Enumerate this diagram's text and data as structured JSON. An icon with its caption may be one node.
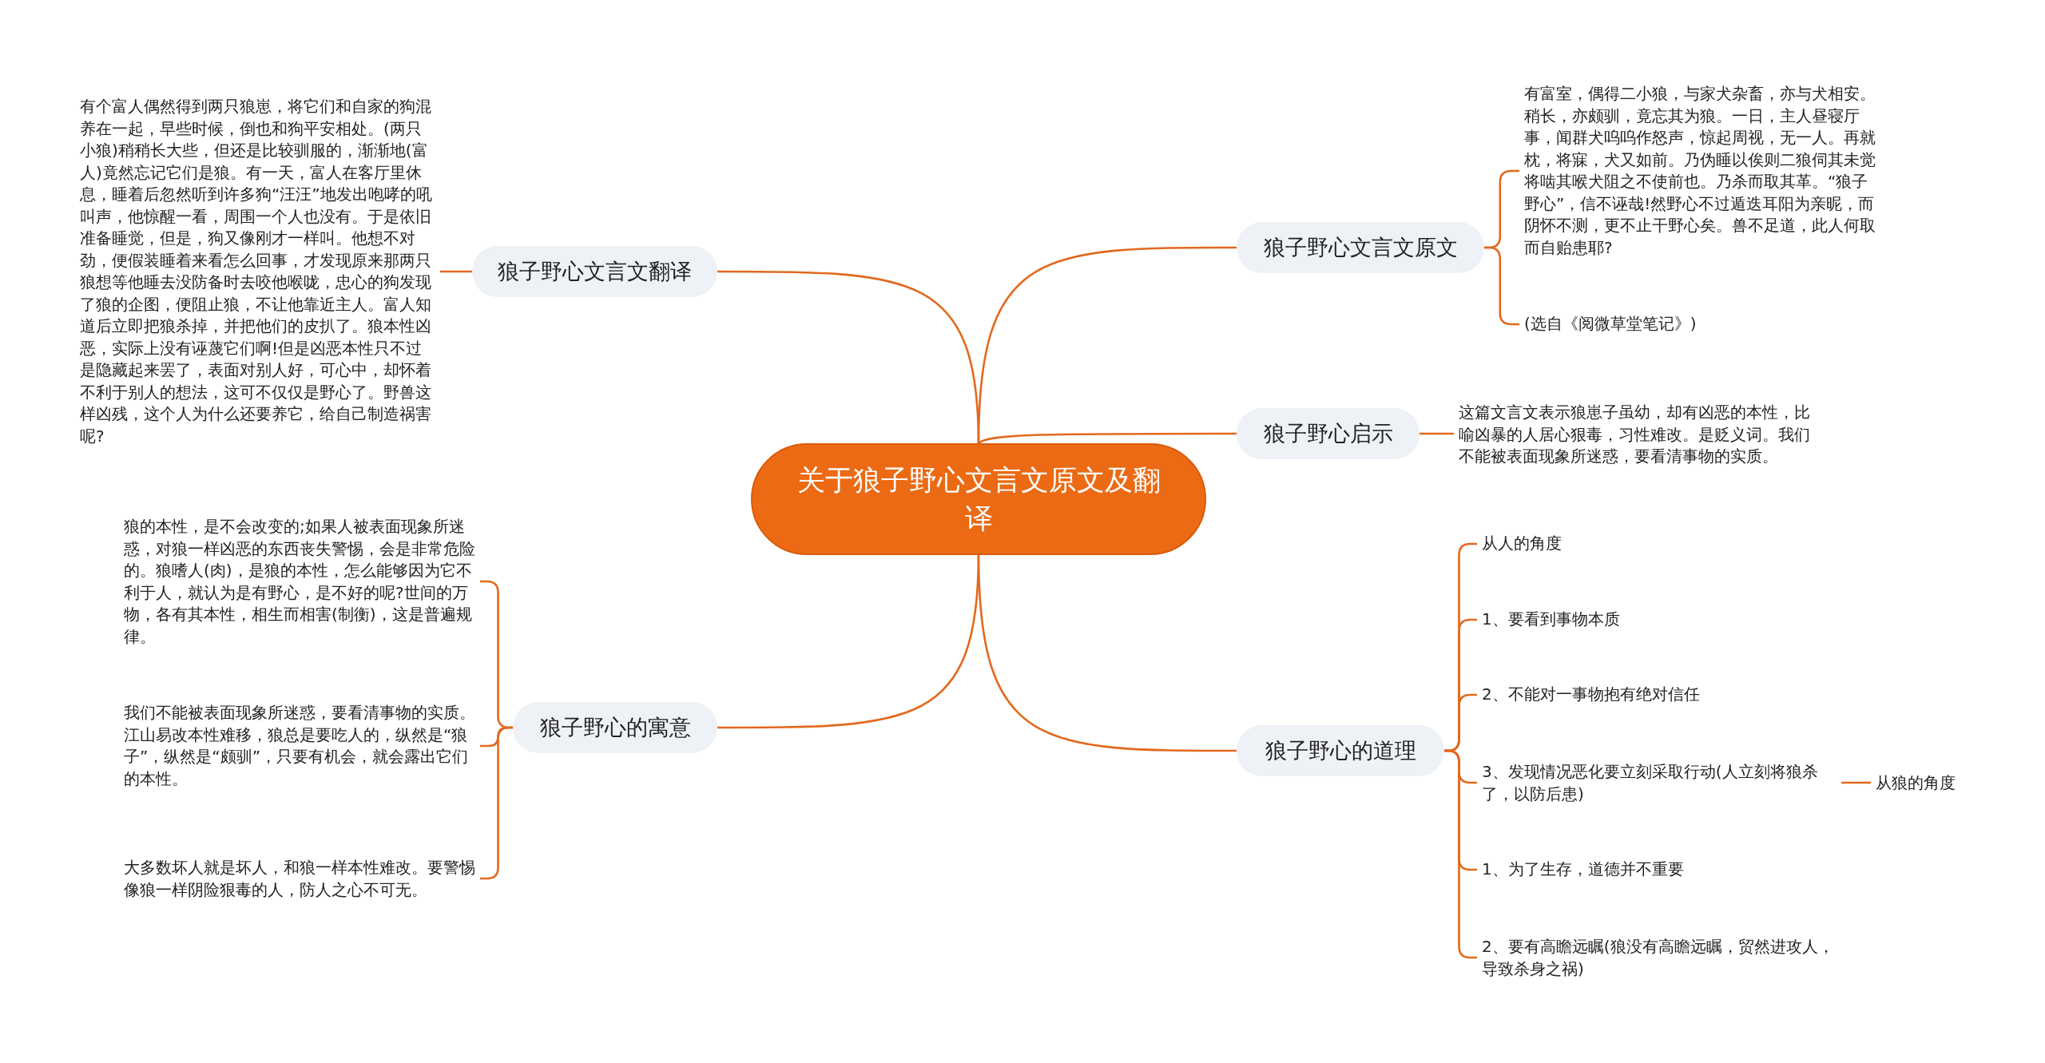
{
  "diagram": {
    "nodes": [
      {
        "text": [
          "关于狼子野心文言文原文及翻译"
        ]
      },
      {
        "text": [
          "狼子野心文言文翻译"
        ]
      },
      {
        "text": [
          "有个富人偶然得到两只狼崽，将它们和自家的狗混养在一起，早些时候，倒也和狗平安相处。(两只小狼)稍稍长大些，但还是比较驯服的，渐渐地(富人)竟然忘记它们是狼。有一天，富人在客厅里休息，睡着后忽然听到许多狗“汪汪”地发出咆哮的吼叫声，他惊醒一看，周围一个人也没有。于是依旧准备睡觉，但是，狗又像刚才一样叫。他想不对劲，便假装睡着来看怎么回事，才发现原来那两只狼想等他睡去没防备时去咬他喉咙，忠心的狗发现了狼的企图，便阻止狼，不让他靠近主人。富人知道后立即把狼杀掉，并把他们的皮扒了。狼本性凶恶，实际上没有诬蔑它们啊!但是凶恶本性只不过是隐藏起来罢了，表面对别人好，可心中，却怀着不利于别人的想法，这可不仅仅是野心了。野兽这样凶残，这个人为什么还要养它，给自己制造祸害呢?"
        ]
      },
      {
        "text": [
          "狼子野心的寓意"
        ]
      },
      {
        "text": [
          "狼的本性，是不会改变的;如果人被表面现象所迷惑，对狼一样凶恶的东西丧失警惕，会是非常危险的。狼嗜人(肉)，是狼的本性，怎么能够因为它不利于人，就认为是有野心，是不好的呢?世间的万物，各有其本性，相生而相害(制衡)，这是普遍规律。"
        ]
      },
      {
        "text": [
          "我们不能被表面现象所迷惑，要看清事物的实质。江山易改本性难移，狼总是要吃人的，纵然是“狼子”，纵然是“颇驯”，只要有机会，就会露出它们的本性。"
        ]
      },
      {
        "text": [
          "大多数坏人就是坏人，和狼一样本性难改。要警惕像狼一样阴险狠毒的人，防人之心不可无。"
        ]
      },
      {
        "text": [
          "狼子野心文言文原文"
        ]
      },
      {
        "text": [
          "有富室，偶得二小狼，与家犬杂畜，亦与犬相安。稍长，亦颇驯，竟忘其为狼。一日，主人昼寝厅事，闻群犬呜呜作怒声，惊起周视，无一人。再就枕，将寐，犬又如前。乃伪睡以俟则二狼伺其未觉将啮其喉犬阻之不使前也。乃杀而取其革。“狼子野心”，信不诬哉!然野心不过遁迭耳阳为亲昵，而阴怀不测，更不止干野心矣。兽不足道，此人何取而自贻患耶?"
        ]
      },
      {
        "text": [
          "(选自《阅微草堂笔记》)"
        ]
      },
      {
        "text": [
          "狼子野心启示"
        ]
      },
      {
        "text": [
          "这篇文言文表示狼崽子虽幼，却有凶恶的本性，比喻凶暴的人居心狠毒，习性难改。是贬义词。我们不能被表面现象所迷惑，要看清事物的实质。"
        ]
      },
      {
        "text": [
          "狼子野心的道理"
        ]
      },
      {
        "text": [
          "从人的角度"
        ]
      },
      {
        "text": [
          "1、要看到事物本质"
        ]
      },
      {
        "text": [
          "2、不能对一事物抱有绝对信任"
        ]
      },
      {
        "text": [
          "3、发现情况恶化要立刻采取行动(人立刻将狼杀了，以防后患)"
        ]
      },
      {
        "text": [
          "1、为了生存，道德并不重要"
        ]
      },
      {
        "text": [
          "2、要有高瞻远瞩(狼没有高瞻远瞩，贸然进攻人，导致杀身之祸)"
        ]
      },
      {
        "text": [
          "从狼的角度"
        ]
      }
    ],
    "edges": [
      {
        "from": 0,
        "to": 1,
        "arrow": "none"
      },
      {
        "from": 1,
        "to": 2,
        "arrow": "none"
      },
      {
        "from": 0,
        "to": 3,
        "arrow": "none"
      },
      {
        "from": 3,
        "to": 4,
        "arrow": "none"
      },
      {
        "from": 3,
        "to": 5,
        "arrow": "none"
      },
      {
        "from": 3,
        "to": 6,
        "arrow": "none"
      },
      {
        "from": 0,
        "to": 7,
        "arrow": "none"
      },
      {
        "from": 7,
        "to": 8,
        "arrow": "none"
      },
      {
        "from": 7,
        "to": 9,
        "arrow": "none"
      },
      {
        "from": 0,
        "to": 10,
        "arrow": "none"
      },
      {
        "from": 10,
        "to": 11,
        "arrow": "none"
      },
      {
        "from": 0,
        "to": 12,
        "arrow": "none"
      },
      {
        "from": 12,
        "to": 13,
        "arrow": "none"
      },
      {
        "from": 12,
        "to": 14,
        "arrow": "none"
      },
      {
        "from": 12,
        "to": 15,
        "arrow": "none"
      },
      {
        "from": 12,
        "to": 16,
        "arrow": "none"
      },
      {
        "from": 12,
        "to": 17,
        "arrow": "none"
      },
      {
        "from": 12,
        "to": 18,
        "arrow": "none"
      },
      {
        "from": 16,
        "to": 19,
        "arrow": "none"
      }
    ]
  }
}
